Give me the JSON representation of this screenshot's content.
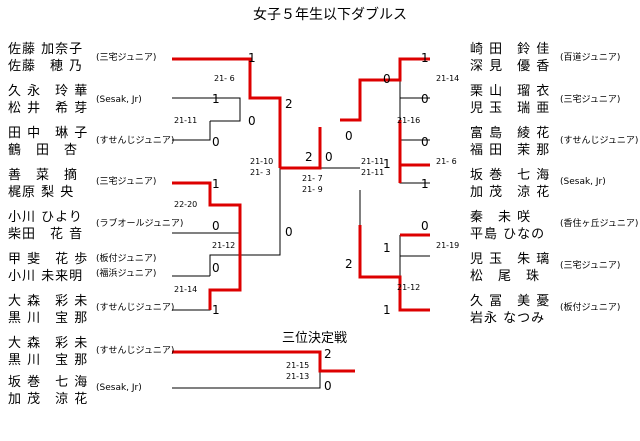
{
  "title": "女子５年生以下ダブルス",
  "third_place_title": "三位決定戦",
  "colors": {
    "win_line": "#dd0000",
    "line": "#000000"
  },
  "left_pairs": [
    {
      "p1": "佐藤 加奈子",
      "p2": "佐藤　穂 乃",
      "team": "(三宅ジュニア)"
    },
    {
      "p1": "久 永　玲 華",
      "p2": "松 井　希 芽",
      "team": "(Sesak, Jr)"
    },
    {
      "p1": "田 中　琳 子",
      "p2": "鶴　田　杏",
      "team": "(すせんじジュニア)"
    },
    {
      "p1": "善　菜　摘",
      "p2": "梶原 梨 央",
      "team": "(三宅ジュニア)"
    },
    {
      "p1": "小川 ひより",
      "p2": "柴田　花 音",
      "team": "(ラブオールジュニア)"
    },
    {
      "p1": "甲 斐　花 歩",
      "p2": "小川 未来明",
      "team": "(板付ジュニア)",
      "team2": "(福浜ジュニア)"
    },
    {
      "p1": "大 森　彩 未",
      "p2": "黒 川　宝 那",
      "team": "(すせんじジュニア)"
    }
  ],
  "right_pairs": [
    {
      "p1": "崎 田　鈴 佳",
      "p2": "深 見　優 香",
      "team": "(百道ジュニア)"
    },
    {
      "p1": "栗 山　瑠 衣",
      "p2": "児 玉　瑞 亜",
      "team": "(三宅ジュニア)"
    },
    {
      "p1": "富 島　綾 花",
      "p2": "福 田　茉 那",
      "team": "(すせんじジュニア)"
    },
    {
      "p1": "坂 巻　七 海",
      "p2": "加 茂　涼 花",
      "team": "(Sesak, Jr)"
    },
    {
      "p1": "秦　未 咲",
      "p2": "平島 ひなの",
      "team": "(香住ヶ丘ジュニア)"
    },
    {
      "p1": "児 玉　朱 璃",
      "p2": "松　尾　珠",
      "team": "(三宅ジュニア)"
    },
    {
      "p1": "久 冨　美 憂",
      "p2": "岩永 なつみ",
      "team": "(板付ジュニア)"
    }
  ],
  "third_place_pairs": [
    {
      "p1": "大 森　彩 未",
      "p2": "黒 川　宝 那",
      "team": "(すせんじジュニア)"
    },
    {
      "p1": "坂 巻　七 海",
      "p2": "加 茂　涼 花",
      "team": "(Sesak, Jr)"
    }
  ],
  "match_scores": {
    "L_r1_a": "21- 6",
    "L_r1_b": "21-11",
    "L_r1_c": "22-20",
    "L_r1_d": "21-12",
    "L_r1_e": "21-14",
    "L_sf": [
      "21-10",
      "21- 3"
    ],
    "final": [
      "21- 7",
      "21- 9"
    ],
    "R_sf": [
      "21-11",
      "21-11"
    ],
    "R_r1_a": "21-14",
    "R_r1_b": "21-16",
    "R_r1_c": "21- 6",
    "R_r1_d": "21-19",
    "R_r1_e": "21-12",
    "third": [
      "21-15",
      "21-13"
    ]
  },
  "game_scores": {
    "L1": "1",
    "L2a": "1",
    "L2b": "0",
    "L3": "0",
    "L4a": "1",
    "L4b": "0",
    "L5a": "0",
    "L5b": "1",
    "LQ1": "2",
    "LQ2": "0",
    "LF": "2",
    "R1a": "1",
    "R1b": "0",
    "R2": "0",
    "R3a": "0",
    "R3b": "1",
    "R4": "1",
    "R5a": "0",
    "R5b": "1",
    "R6": "1",
    "RQ1": "0",
    "RQ2": "2",
    "RF": "0",
    "T1": "2",
    "T2": "0"
  }
}
